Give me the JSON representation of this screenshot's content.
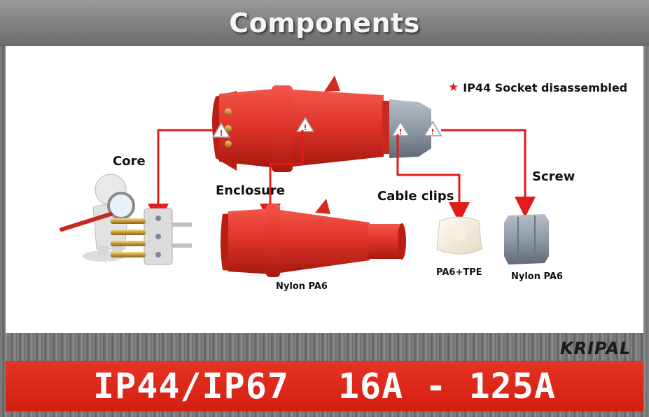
{
  "header": {
    "title": "Components"
  },
  "note": {
    "star": "★",
    "text": "IP44 Socket disassembled"
  },
  "labels": {
    "core": "Core",
    "enclosure": "Enclosure",
    "cable_clips": "Cable clips",
    "screw": "Screw",
    "enclosure_material": "Nylon PA6",
    "clips_material": "PA6+TPE",
    "screw_material": "Nylon PA6"
  },
  "brand": {
    "logo": "KRIPAL"
  },
  "footer": {
    "rating": "IP44/IP67",
    "current": "16A - 125A"
  },
  "colors": {
    "accent_red": "#e31b1b",
    "footer_red": "#d92a1c",
    "plug_red": "#e0352b",
    "part_grey": "#8e9aa6"
  }
}
